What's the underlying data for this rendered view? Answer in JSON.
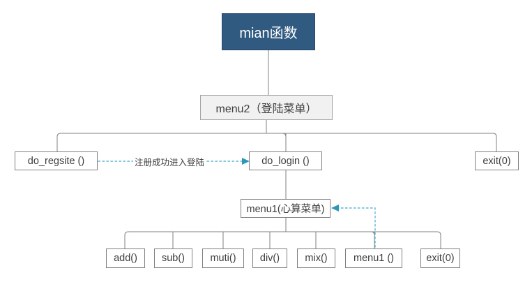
{
  "diagram": {
    "nodes": {
      "main": "mian函数",
      "menu2": "menu2（登陆菜单）",
      "do_regsite": "do_regsite ()",
      "do_login": "do_login ()",
      "exit_top": "exit(0)",
      "menu1": "menu1(心算菜单)",
      "add": "add()",
      "sub": "sub()",
      "muti": "muti()",
      "div": "div()",
      "mix": "mix()",
      "menu1_call": "menu1 ()",
      "exit_bottom": "exit(0)"
    },
    "edges": {
      "regsite_to_login_label": "注册成功进入登陆"
    },
    "colors": {
      "main_fill": "#305a80",
      "main_border": "#26476a",
      "menu2_fill": "#f1f1f1",
      "node_border": "#7f7f7f",
      "connector": "#808080",
      "dashed_line": "#5fb6d0",
      "arrowhead": "#2b97ba",
      "text": "#3d3d3d"
    }
  }
}
